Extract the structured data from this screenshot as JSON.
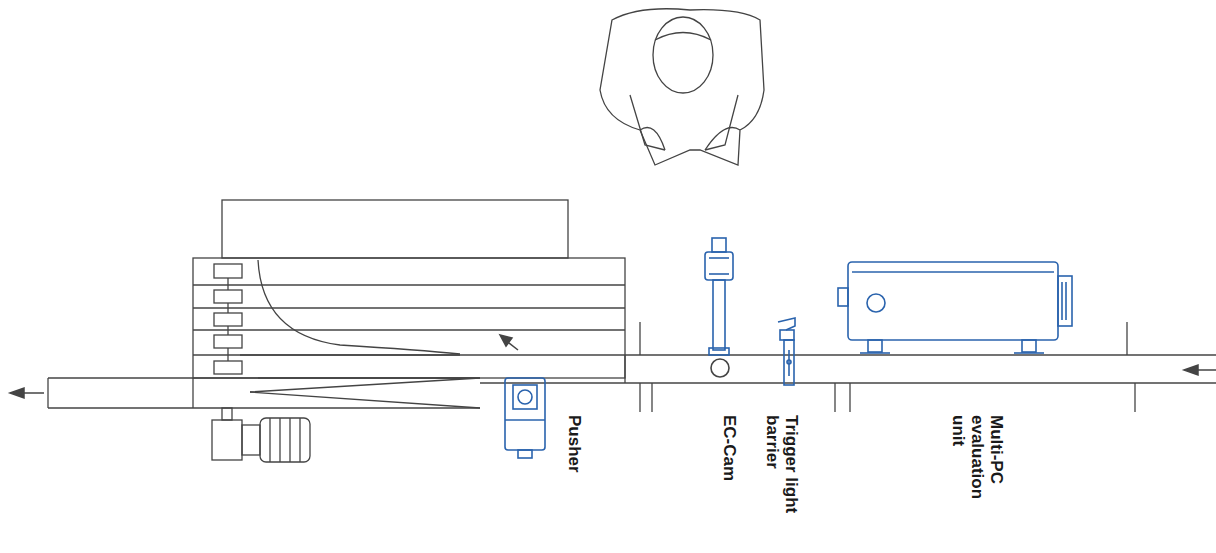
{
  "diagram": {
    "labels": [
      "Pusher",
      "EC-Cam",
      "Trigger light barrier",
      "Multi-PC evaluation unit"
    ]
  }
}
